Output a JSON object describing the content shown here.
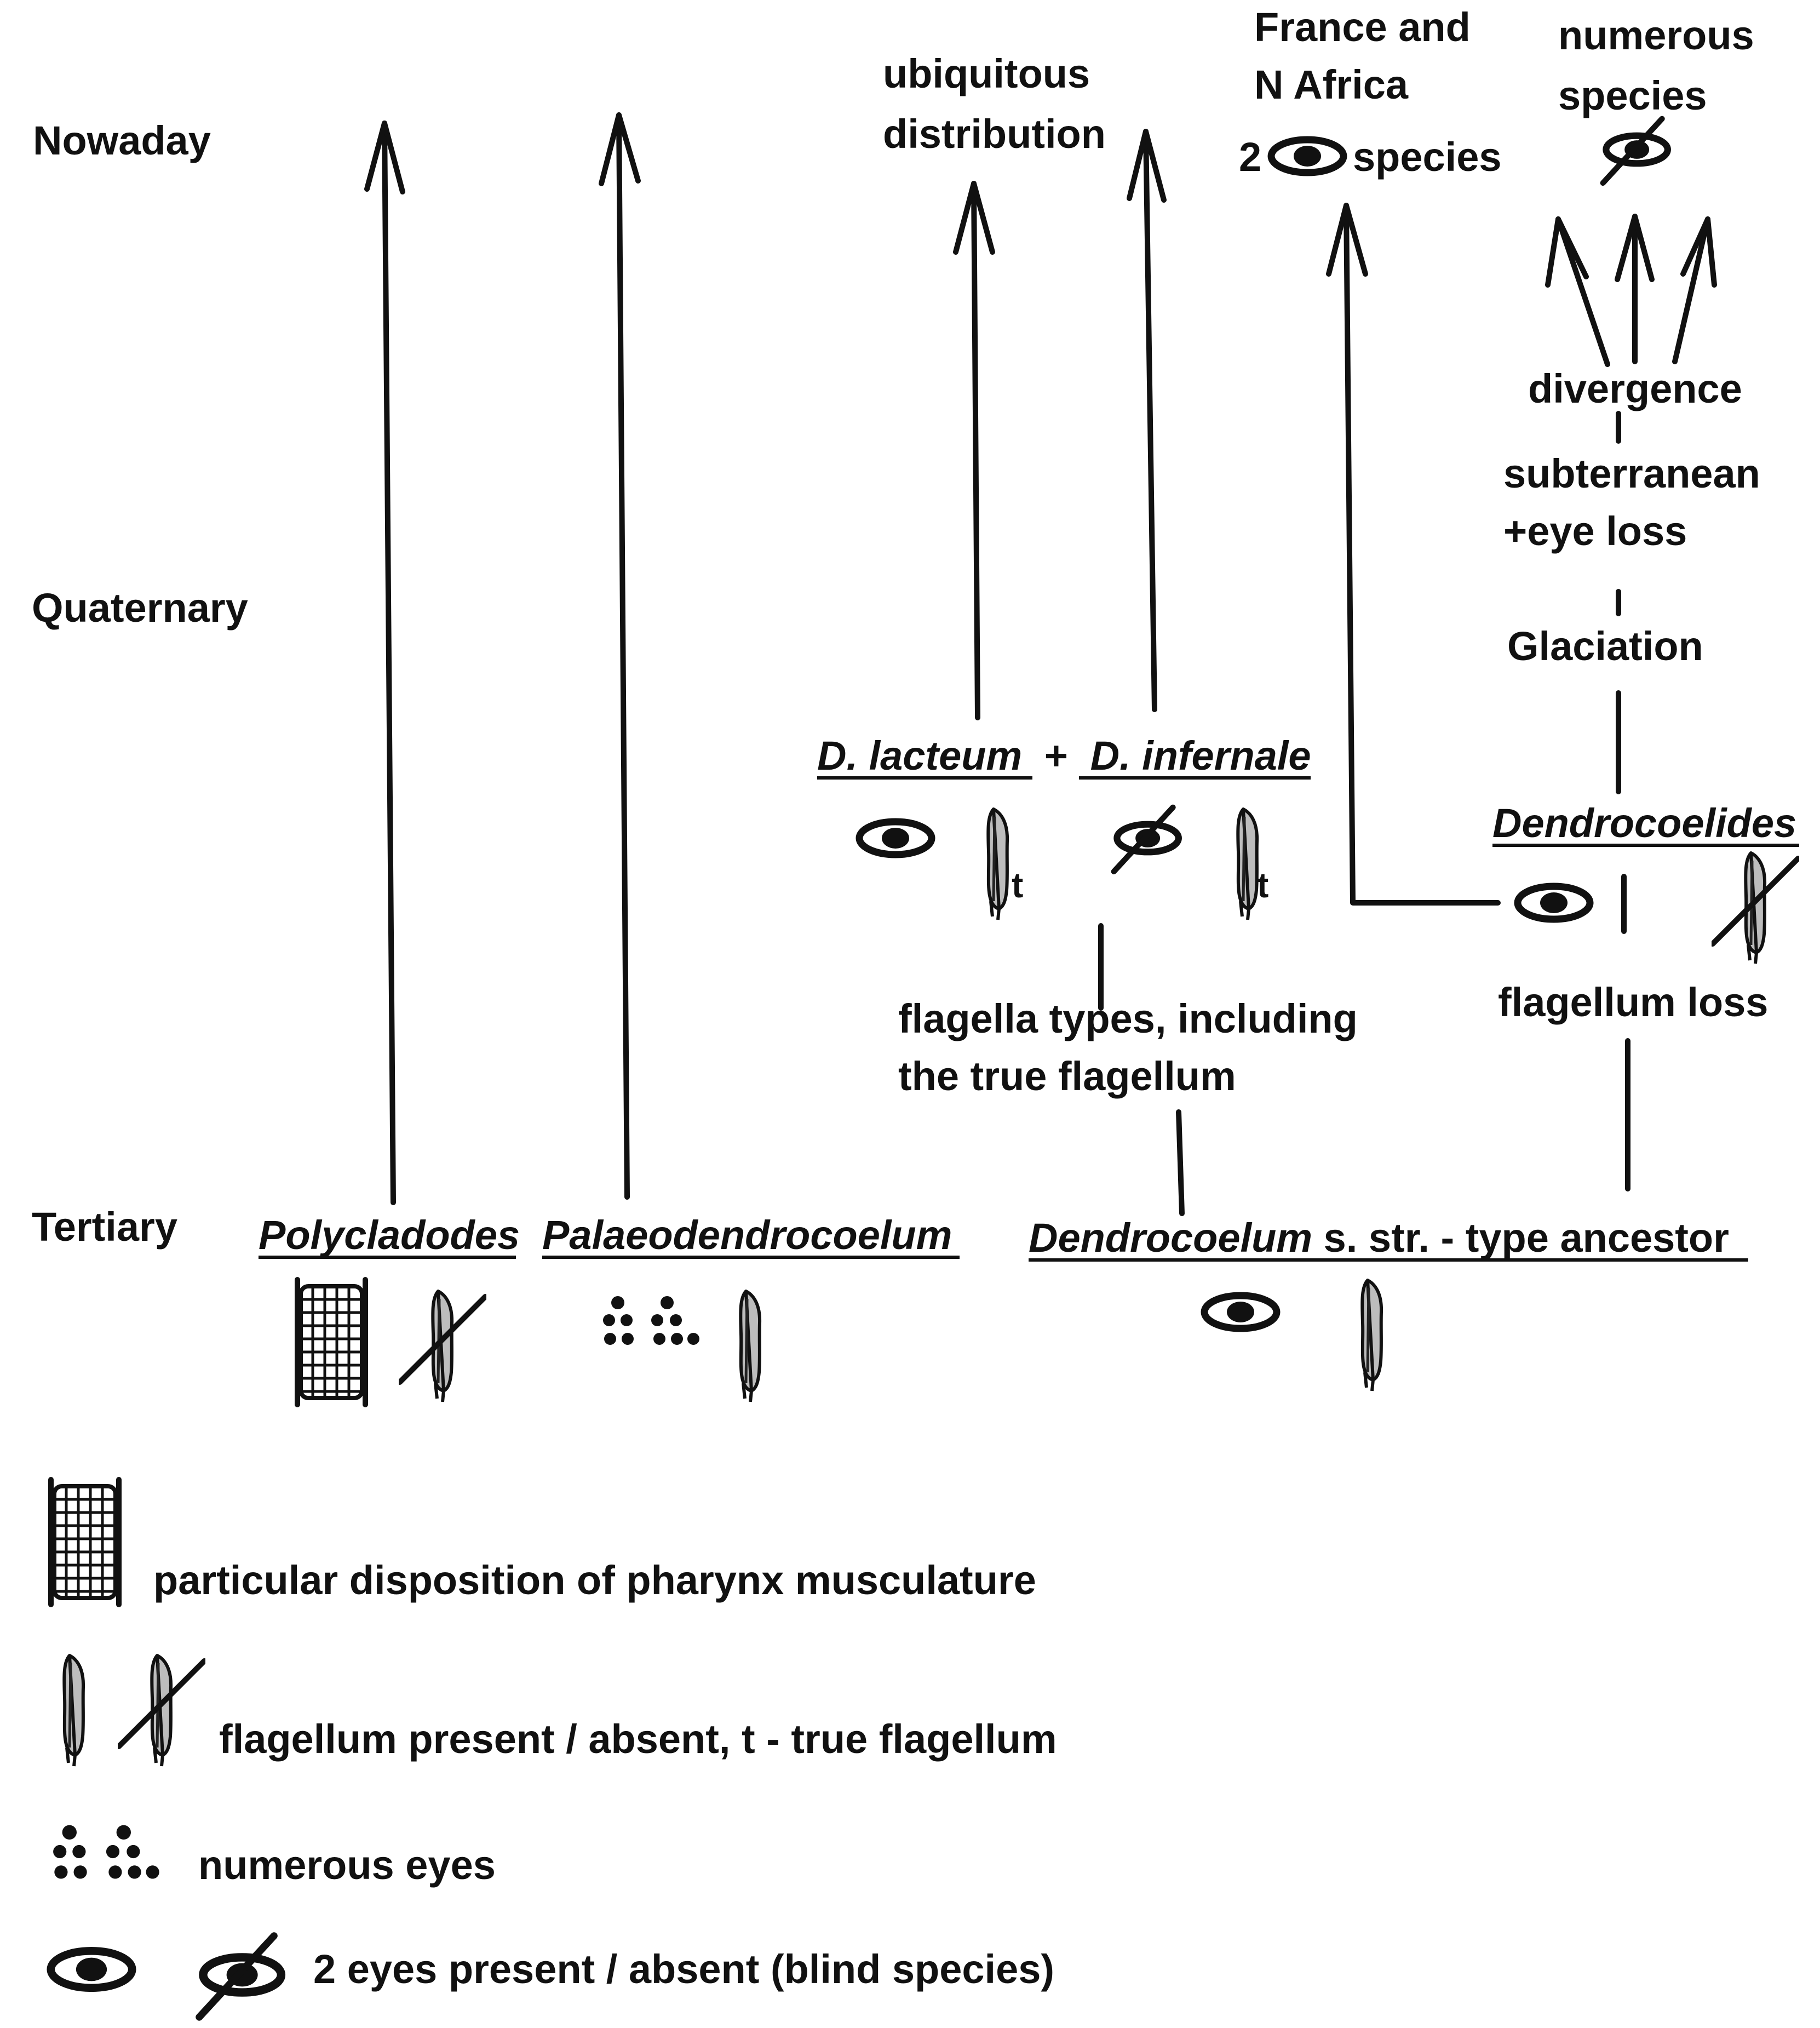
{
  "colors": {
    "ink": "#111111",
    "flagellum_fill": "#bdbdbd",
    "background": "#ffffff"
  },
  "eras": {
    "nowaday": "Nowaday",
    "quaternary": "Quaternary",
    "tertiary": "Tertiary"
  },
  "taxa": {
    "polycladodes": "Polycladodes",
    "palaeodendrocoelum": "Palaeodendrocoelum",
    "dendrocoelum_name": "Dendrocoelum",
    "dendrocoelum_rest": " s. str. - type ancestor",
    "d_lacteum": "D. lacteum",
    "plus": "+",
    "d_infernale": "D. infernale",
    "dendrocoelides": "Dendrocoelides"
  },
  "notes": {
    "ubiquitous_1": "ubiquitous",
    "ubiquitous_2": "distribution",
    "france_1": "France and",
    "france_2": "N Africa",
    "two_prefix": "2",
    "species_word": "species",
    "numerous_1": "numerous",
    "numerous_2": "species",
    "divergence": "divergence",
    "subterranean_1": "subterranean",
    "subterranean_2": "+eye loss",
    "glaciation": "Glaciation",
    "flagella_types_1": "flagella types, including",
    "flagella_types_2": "the true flagellum",
    "flagellum_loss": "flagellum loss",
    "t_marker": "t"
  },
  "legend": {
    "pharynx": "particular disposition of pharynx musculature",
    "flagellum": "flagellum present / absent, t - true flagellum",
    "numerous_eyes": "numerous eyes",
    "two_eyes": "2 eyes present / absent (blind species)"
  },
  "icons": [
    "pharynx-musculature-icon",
    "flagellum-icon",
    "flagellum-absent-icon",
    "numerous-eyes-icon",
    "eye-icon",
    "eye-absent-icon"
  ]
}
